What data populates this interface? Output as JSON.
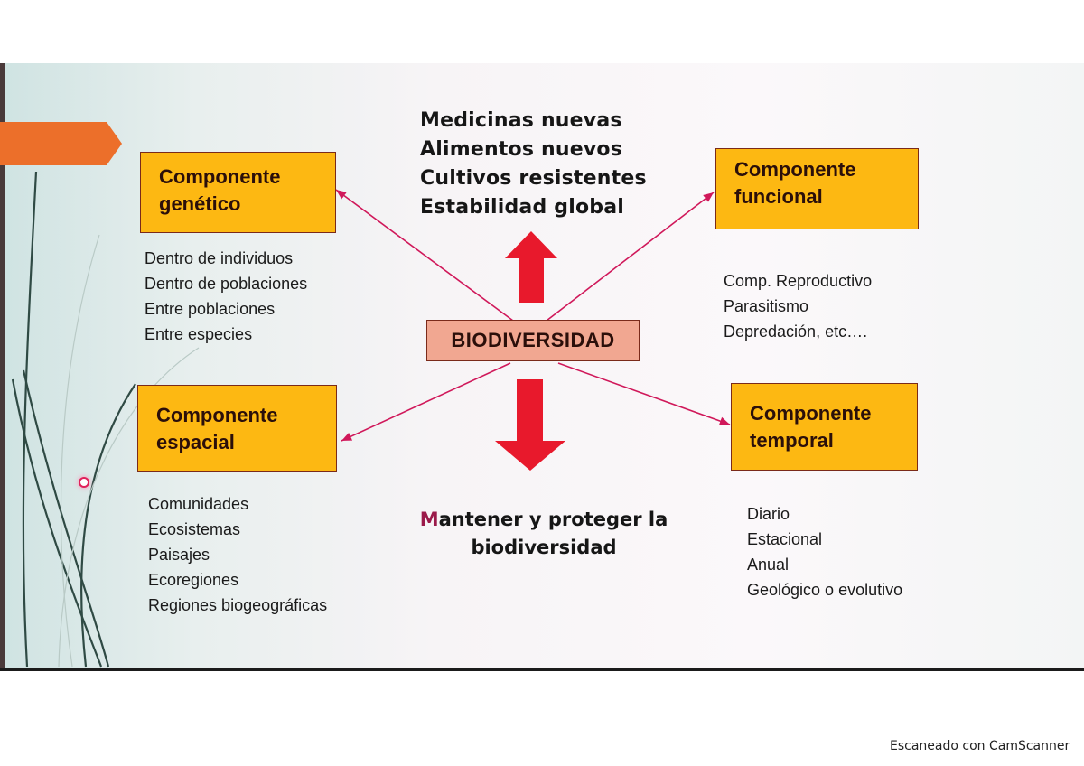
{
  "diagram": {
    "center": {
      "label": "BIODIVERSIDAD"
    },
    "benefits": [
      "Medicinas nuevas",
      "Alimentos nuevos",
      "Cultivos resistentes",
      "Estabilidad global"
    ],
    "goal": {
      "first_letter": "M",
      "line1_rest": "antener y proteger la",
      "line2": "biodiversidad"
    },
    "components": {
      "genetico": {
        "title_line1": "Componente",
        "title_line2": "genético",
        "items": [
          "Dentro de individuos",
          "Dentro de poblaciones",
          "Entre poblaciones",
          "Entre especies"
        ]
      },
      "funcional": {
        "title_line1": "Componente",
        "title_line2": "funcional",
        "items": [
          "Comp. Reproductivo",
          "Parasitismo",
          "Depredación, etc…."
        ]
      },
      "espacial": {
        "title_line1": "Componente",
        "title_line2": "espacial",
        "items": [
          "Comunidades",
          "Ecosistemas",
          "Paisajes",
          "Ecoregiones",
          "Regiones biogeográficas"
        ]
      },
      "temporal": {
        "title_line1": "Componente",
        "title_line2": "temporal",
        "items": [
          "Diario",
          "Estacional",
          "Anual",
          "Geológico o evolutivo"
        ]
      }
    },
    "colors": {
      "component_box": "#fdb812",
      "center_box": "#f1a791",
      "arrow_red": "#e8192c",
      "connector": "#d0185a",
      "orange_tab": "#ec6f2a"
    }
  },
  "footer": {
    "watermark": "Escaneado con CamScanner"
  }
}
